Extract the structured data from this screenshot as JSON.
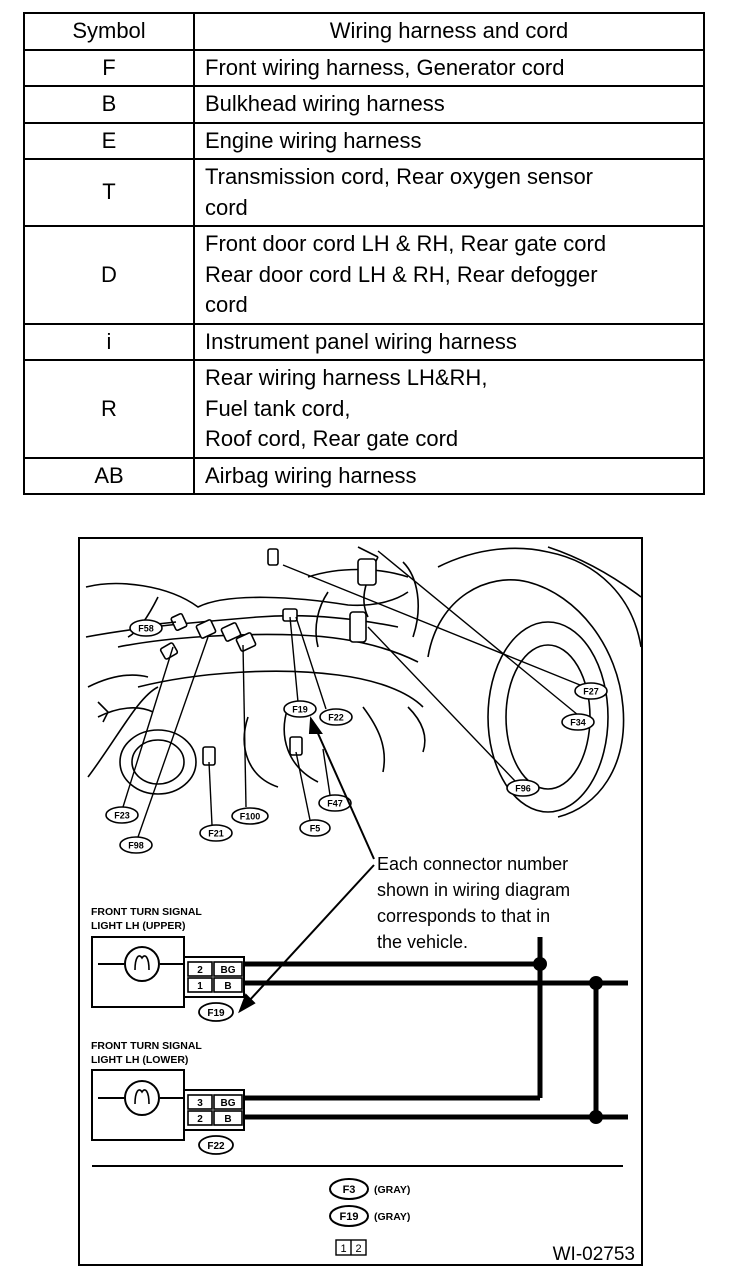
{
  "table": {
    "headers": {
      "symbol": "Symbol",
      "desc": "Wiring harness and cord"
    },
    "rows": [
      {
        "symbol": "F",
        "lines": [
          "Front wiring harness, Generator cord"
        ]
      },
      {
        "symbol": "B",
        "lines": [
          "Bulkhead wiring harness"
        ]
      },
      {
        "symbol": "E",
        "lines": [
          "Engine wiring harness"
        ]
      },
      {
        "symbol": "T",
        "lines": [
          "Transmission cord, Rear oxygen sensor",
          "cord"
        ]
      },
      {
        "symbol": "D",
        "lines": [
          "Front door cord LH & RH, Rear gate cord",
          "Rear door cord LH & RH, Rear defogger",
          "cord"
        ]
      },
      {
        "symbol": "i",
        "lines": [
          "Instrument panel wiring harness"
        ]
      },
      {
        "symbol": "R",
        "lines": [
          "Rear wiring harness LH&RH,",
          "Fuel tank cord,",
          "Roof cord, Rear gate cord"
        ]
      },
      {
        "symbol": "AB",
        "lines": [
          "Airbag wiring harness"
        ]
      }
    ]
  },
  "figure": {
    "connector_labels": {
      "F58": "F58",
      "F27": "F27",
      "F34": "F34",
      "F19": "F19",
      "F22": "F22",
      "F96": "F96",
      "F47": "F47",
      "F23": "F23",
      "F100": "F100",
      "F21": "F21",
      "F5": "F5",
      "F98": "F98"
    },
    "note_lines": [
      "Each connector number",
      "shown in wiring diagram",
      "corresponds to that in",
      "the vehicle."
    ],
    "upper_light": {
      "title_lines": [
        "FRONT TURN SIGNAL",
        "LIGHT LH (UPPER)"
      ],
      "pins": [
        {
          "num": "2",
          "color": "BG"
        },
        {
          "num": "1",
          "color": "B"
        }
      ],
      "connector": "F19"
    },
    "lower_light": {
      "title_lines": [
        "FRONT TURN SIGNAL",
        "LIGHT LH (LOWER)"
      ],
      "pins": [
        {
          "num": "3",
          "color": "BG"
        },
        {
          "num": "2",
          "color": "B"
        }
      ],
      "connector": "F22"
    },
    "legend": [
      {
        "connector": "F3",
        "color": "(GRAY)"
      },
      {
        "connector": "F19",
        "color": "(GRAY)"
      }
    ],
    "pin_box": [
      "1",
      "2"
    ],
    "figure_id": "WI-02753"
  }
}
